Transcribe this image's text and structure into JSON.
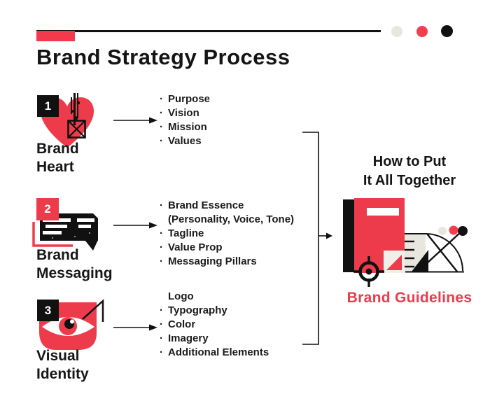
{
  "title": "Brand Strategy Process",
  "colors": {
    "accent_red": "#ee3b4c",
    "ink": "#161616",
    "beige": "#e9e6df",
    "dot_red": "#f63d4e",
    "dot_black": "#111111"
  },
  "steps": [
    {
      "number": "1",
      "label": "Brand\nHeart",
      "icon": "heart-icon",
      "items": [
        {
          "b": "·",
          "t": "Purpose"
        },
        {
          "b": "·",
          "t": "Vision"
        },
        {
          "b": "·",
          "t": "Mission"
        },
        {
          "b": "·",
          "t": "Values"
        }
      ]
    },
    {
      "number": "2",
      "label": "Brand\nMessaging",
      "icon": "speech-bubble-icon",
      "items": [
        {
          "b": "·",
          "t": "Brand Essence"
        },
        {
          "b": "",
          "t": "(Personality, Voice, Tone)"
        },
        {
          "b": "·",
          "t": "Tagline"
        },
        {
          "b": "·",
          "t": "Value Prop"
        },
        {
          "b": "·",
          "t": "Messaging Pillars"
        }
      ]
    },
    {
      "number": "3",
      "label": "Visual\nIdentity",
      "icon": "eye-icon",
      "items": [
        {
          "b": "",
          "t": "Logo"
        },
        {
          "b": "·",
          "t": "Typography"
        },
        {
          "b": "·",
          "t": "Color"
        },
        {
          "b": "·",
          "t": "Imagery"
        },
        {
          "b": "·",
          "t": "Additional Elements"
        }
      ]
    }
  ],
  "result": {
    "heading": "How to Put\nIt All Together",
    "caption": "Brand Guidelines",
    "icon": "brand-guidelines-book-icon"
  }
}
